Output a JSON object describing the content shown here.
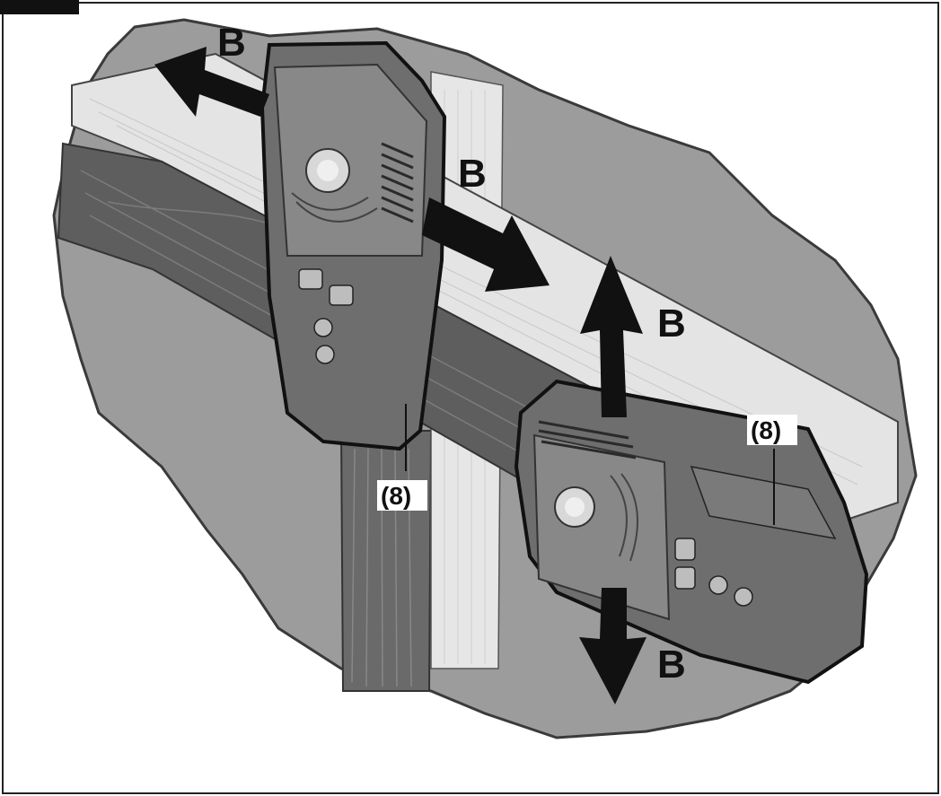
{
  "figure": {
    "direction_label": "B",
    "part_callout": "(8)"
  },
  "colors": {
    "wall": "#9a9a9a",
    "wall_edge": "#4a4a4a",
    "beam_top": "#e6e6e6",
    "beam_side": "#7a7a7a",
    "beam_front": "#5f5f5f",
    "stud_light": "#e9e9e9",
    "device_body": "#6f6f6f",
    "device_face": "#858585",
    "arrow": "#111111",
    "frame": "#222222"
  },
  "icons": [
    "detector-device-vertical",
    "detector-device-horizontal",
    "arrow-left",
    "arrow-right",
    "arrow-up",
    "arrow-down"
  ]
}
